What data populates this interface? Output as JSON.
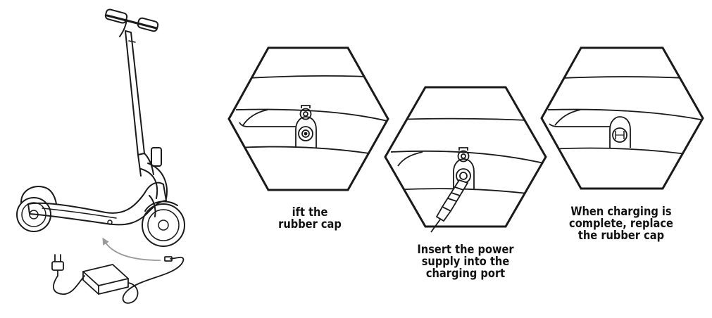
{
  "steps": [
    {
      "lines": [
        "ift the",
        "rubber cap"
      ]
    },
    {
      "lines": [
        "Insert the power",
        "supply into the",
        "charging port"
      ]
    },
    {
      "lines": [
        "When charging is",
        "complete, replace",
        "the rubber cap"
      ]
    }
  ],
  "colors": {
    "stroke": "#1a1a1a",
    "arrow": "#9a9a9a",
    "background": "#ffffff"
  }
}
